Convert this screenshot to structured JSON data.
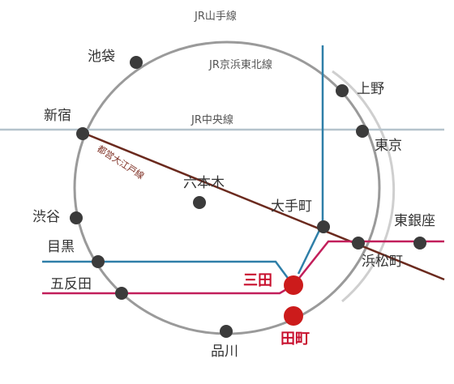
{
  "lines": {
    "yamanote": "JR山手線",
    "keihin_tohoku": "JR京浜東北線",
    "chuo": "JR中央線",
    "oedo": "都営大江戸線"
  },
  "stations": {
    "ikebukuro": "池袋",
    "ueno": "上野",
    "shinjuku": "新宿",
    "tokyo": "東京",
    "roppongi": "六本木",
    "otemachi": "大手町",
    "higashi_ginza": "東銀座",
    "shibuya": "渋谷",
    "meguro": "目黒",
    "hamamatsucho": "浜松町",
    "mita": "三田",
    "gotanda": "五反田",
    "tamachi": "田町",
    "shinagawa": "品川"
  },
  "colors": {
    "yamanote": "#9a9a9a",
    "keihin_tohoku": "#cfcfcf",
    "chuo": "#b5c3cc",
    "oedo": "#6b2a1e",
    "mita_line": "#2f7fa8",
    "asakusa_line": "#c21f5b",
    "highlight": "#cc1b1b",
    "station": "#3b3b3b"
  }
}
